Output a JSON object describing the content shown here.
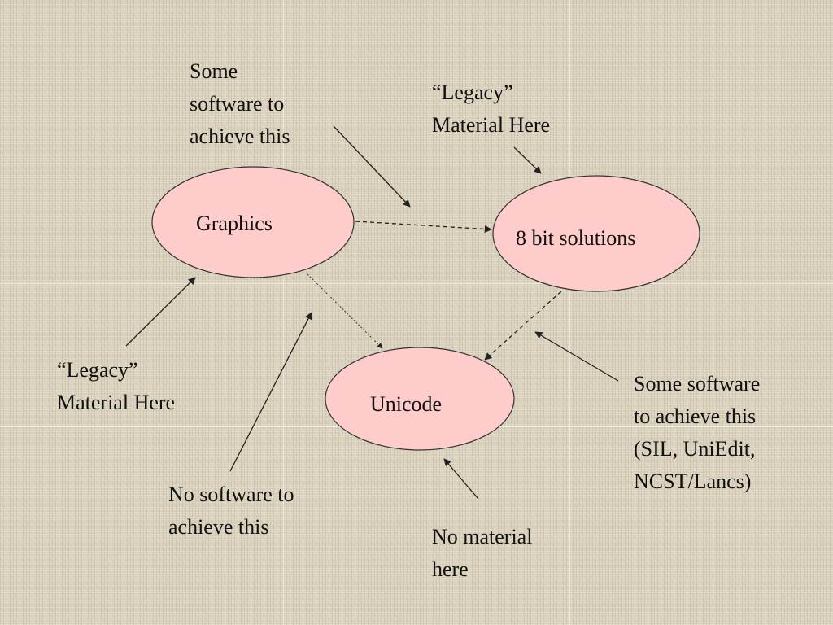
{
  "colors": {
    "ellipse_fill": "#ffcccc",
    "ellipse_stroke": "#333333",
    "line": "#222222"
  },
  "nodes": {
    "graphics": "Graphics",
    "eight_bit": "8 bit solutions",
    "unicode": "Unicode"
  },
  "annotations": {
    "some_software_top": "Some\nsoftware to\nachieve this",
    "legacy_top": "“Legacy”\nMaterial Here",
    "legacy_left": "“Legacy”\nMaterial Here",
    "some_software_right": "Some software\nto achieve this\n(SIL, UniEdit,\nNCST/Lancs)",
    "no_software": "No software to\nachieve this",
    "no_material": "No material\nhere"
  }
}
